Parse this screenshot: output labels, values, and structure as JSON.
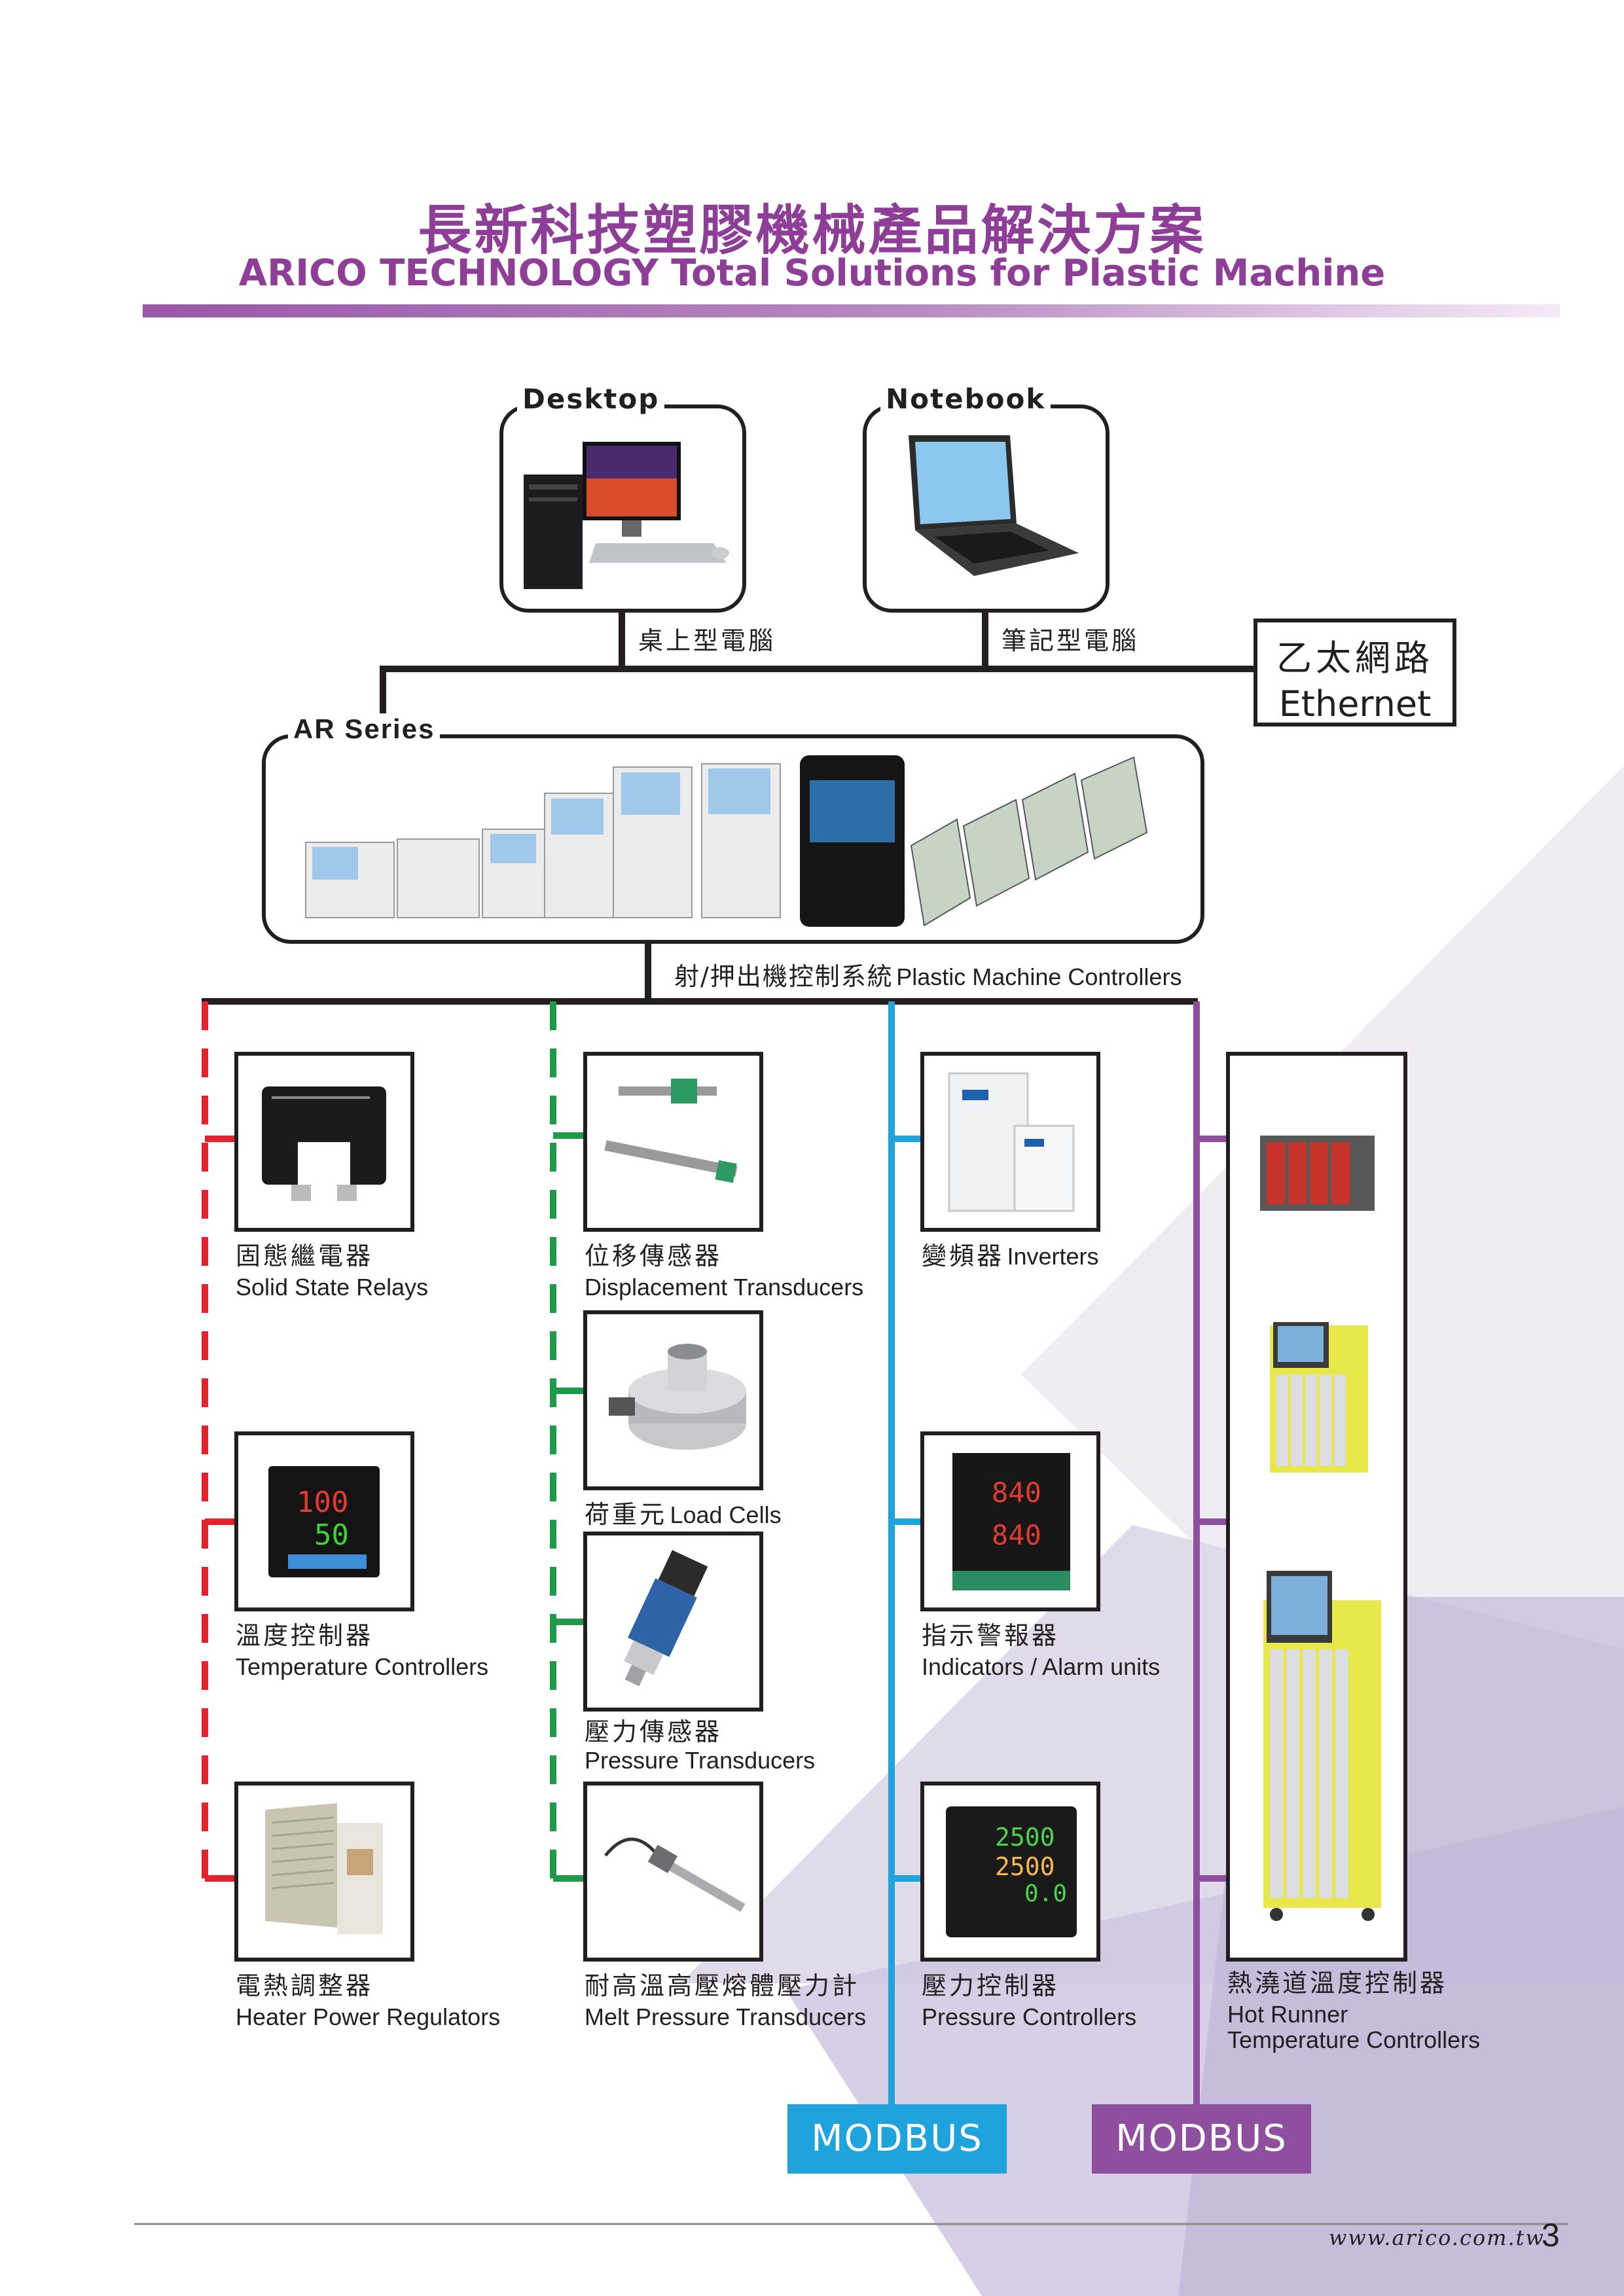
{
  "header": {
    "title_cn": "長新科技塑膠機械產品解決方案",
    "title_en": "ARICO TECHNOLOGY Total Solutions for Plastic Machine"
  },
  "computers": {
    "desktop_label": "Desktop",
    "desktop_caption": "桌上型電腦",
    "notebook_label": "Notebook",
    "notebook_caption": "筆記型電腦",
    "ethernet_cn": "乙太網路",
    "ethernet_en": "Ethernet"
  },
  "controllers": {
    "series_label": "AR Series",
    "caption_cn": "射/押出機控制系統",
    "caption_en": "Plastic Machine Controllers"
  },
  "columns": [
    {
      "color": "#e2232d",
      "items": [
        {
          "icon": "solid-state-relay-icon",
          "cn": "固態繼電器",
          "en": "Solid State Relays"
        },
        {
          "icon": "temperature-controller-icon",
          "cn": "溫度控制器",
          "en": "Temperature Controllers"
        },
        {
          "icon": "heater-power-regulator-icon",
          "cn": "電熱調整器",
          "en": "Heater Power Regulators"
        }
      ]
    },
    {
      "color": "#1f9a48",
      "items": [
        {
          "icon": "displacement-transducer-icon",
          "cn": "位移傳感器",
          "en": "Displacement Transducers"
        },
        {
          "icon": "load-cell-icon",
          "cn": "荷重元",
          "en": "Load Cells"
        },
        {
          "icon": "pressure-transducer-icon",
          "cn": "壓力傳感器",
          "en": "Pressure Transducers"
        },
        {
          "icon": "melt-pressure-transducer-icon",
          "cn": "耐高溫高壓熔體壓力計",
          "en": "Melt Pressure Transducers"
        }
      ]
    },
    {
      "color": "#1ea3dc",
      "items": [
        {
          "icon": "inverter-icon",
          "cn": "變頻器",
          "en": "Inverters"
        },
        {
          "icon": "indicator-alarm-icon",
          "cn": "指示警報器",
          "en": "Indicators / Alarm units"
        },
        {
          "icon": "pressure-controller-icon",
          "cn": "壓力控制器",
          "en": "Pressure Controllers"
        }
      ],
      "bus": "MODBUS"
    },
    {
      "color": "#8e4f9f",
      "items": [
        {
          "icon": "hot-runner-controller-icon",
          "cn": "熱澆道溫度控制器",
          "en": "Hot Runner",
          "en2": "Temperature Controllers"
        }
      ],
      "bus": "MODBUS"
    }
  ],
  "display_values": {
    "temp_pv": "100",
    "temp_sv": "50",
    "indicator_1": "840",
    "indicator_2": "840",
    "pressure_1": "2500",
    "pressure_2": "2500",
    "pressure_3": "0.0"
  },
  "footer": {
    "url": "www.arico.com.tw",
    "page": "3"
  }
}
